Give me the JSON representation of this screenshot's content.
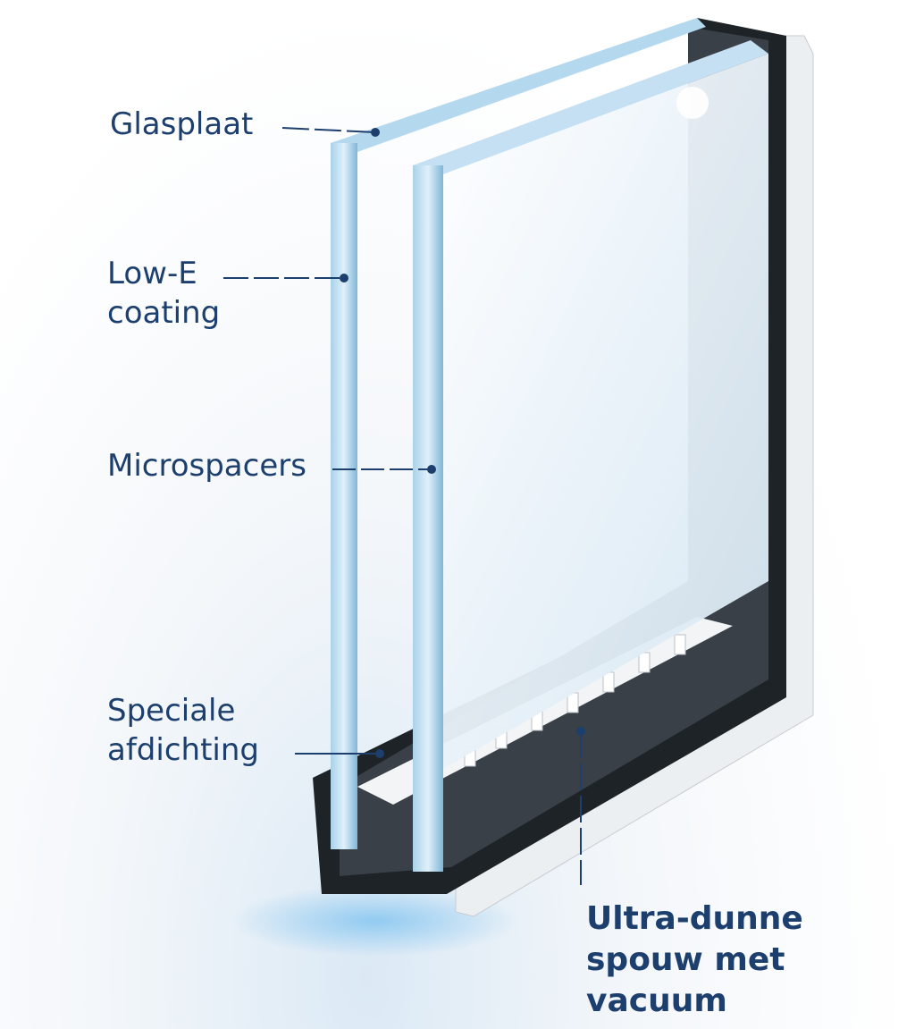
{
  "labels": {
    "glass_pane": "Glasplaat",
    "low_e_line1": "Low-E",
    "low_e_line2": "coating",
    "microspacers": "Microspacers",
    "seal_line1": "Speciale",
    "seal_line2": "afdichting",
    "cavity_line1": "Ultra-dunne",
    "cavity_line2": "spouw met",
    "cavity_line3": "vacuum"
  },
  "colors": {
    "label_text": "#1c3f6e",
    "glass_edge": "#8fc3e0",
    "frame_dark": "#1e2328",
    "frame_light": "#eef0f2"
  }
}
